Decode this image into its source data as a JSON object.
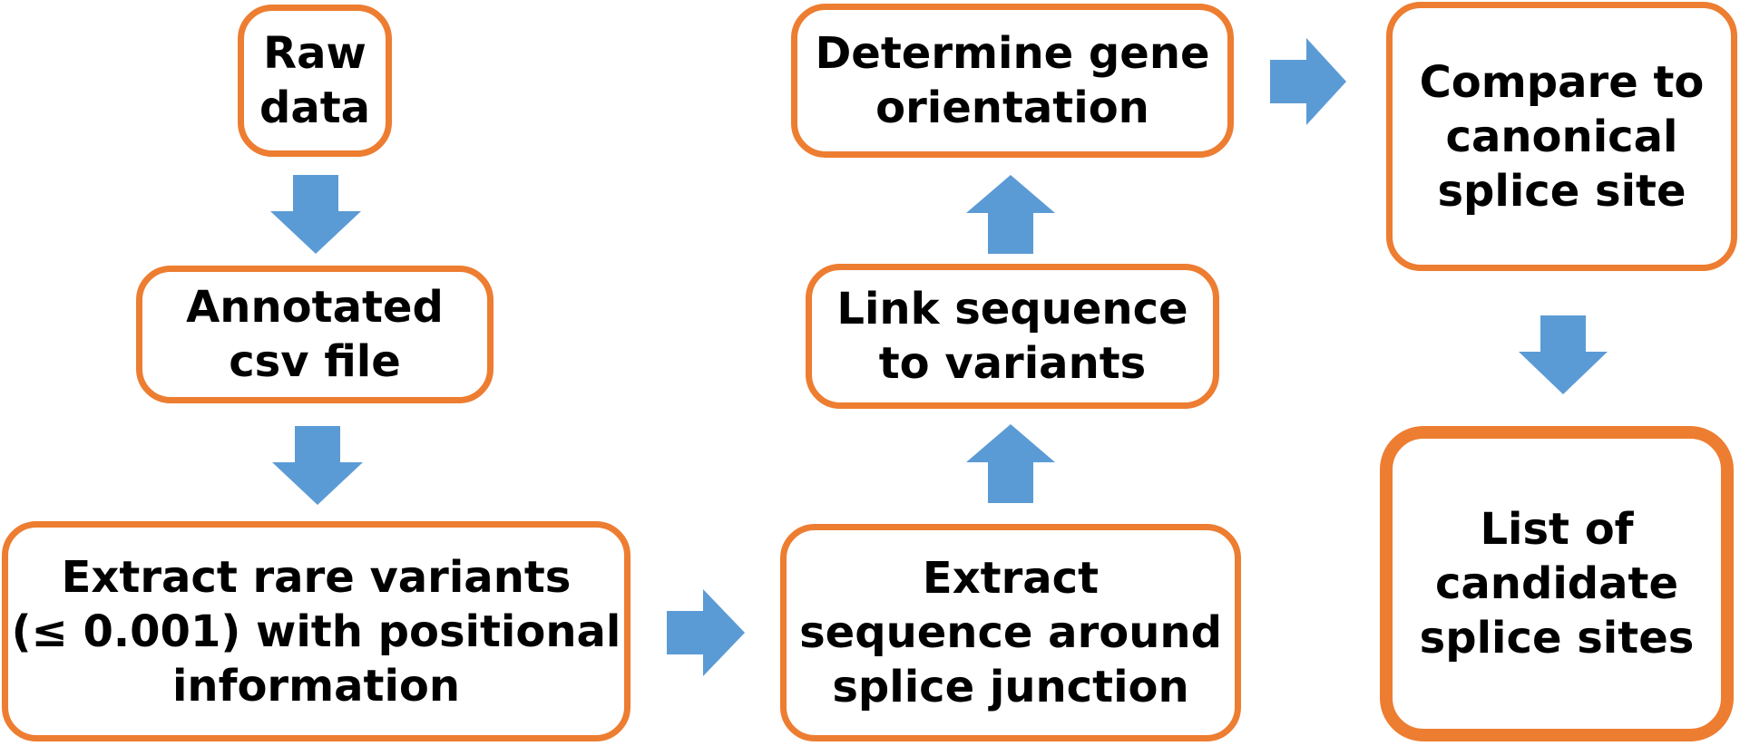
{
  "colors": {
    "box_border": "#ed7d31",
    "arrow_fill": "#5b9bd5",
    "text": "#000000",
    "background": "#ffffff"
  },
  "nodes": {
    "raw_data": {
      "lines": [
        "Raw",
        "data"
      ]
    },
    "annotated_csv": {
      "lines": [
        "Annotated",
        "csv file"
      ]
    },
    "extract_rare_variants": {
      "lines": [
        "Extract rare variants",
        "(≤ 0.001) with positional",
        "information"
      ]
    },
    "extract_sequence": {
      "lines": [
        "Extract",
        "sequence around",
        "splice junction"
      ]
    },
    "link_sequence": {
      "lines": [
        "Link sequence",
        "to variants"
      ]
    },
    "gene_orientation": {
      "lines": [
        "Determine gene",
        "orientation"
      ]
    },
    "compare_canonical": {
      "lines": [
        "Compare to",
        "canonical",
        "splice site"
      ]
    },
    "candidate_list": {
      "lines": [
        "List of",
        "candidate",
        "splice sites"
      ]
    }
  },
  "arrows": [
    {
      "from": "raw_data",
      "to": "annotated_csv",
      "direction": "down",
      "icon": "arrow-down-icon"
    },
    {
      "from": "annotated_csv",
      "to": "extract_rare_variants",
      "direction": "down",
      "icon": "arrow-down-icon"
    },
    {
      "from": "extract_rare_variants",
      "to": "extract_sequence",
      "direction": "right",
      "icon": "arrow-right-icon"
    },
    {
      "from": "extract_sequence",
      "to": "link_sequence",
      "direction": "up",
      "icon": "arrow-up-icon"
    },
    {
      "from": "link_sequence",
      "to": "gene_orientation",
      "direction": "up",
      "icon": "arrow-up-icon"
    },
    {
      "from": "gene_orientation",
      "to": "compare_canonical",
      "direction": "right",
      "icon": "arrow-right-icon"
    },
    {
      "from": "compare_canonical",
      "to": "candidate_list",
      "direction": "down",
      "icon": "arrow-down-icon"
    }
  ]
}
